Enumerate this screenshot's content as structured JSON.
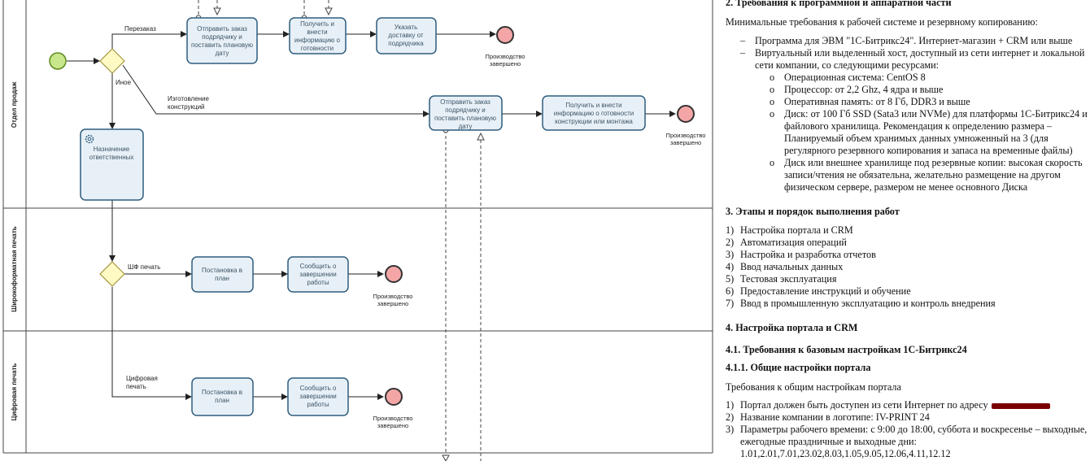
{
  "diagram": {
    "lanes": [
      "Отдел продаж",
      "Широкоформатная печать",
      "Цифровая печать"
    ],
    "flows": {
      "reorder": "Перезаказ",
      "other": "Иное",
      "fabrication": [
        "Изготовление",
        "конструкций"
      ],
      "wf_print": "ШФ печать",
      "digital_print": [
        "Цифровая",
        "печать"
      ]
    },
    "tasks": {
      "send_order_1": [
        "Отправить заказ",
        "подрядчику и",
        "поставить плановую",
        "дату"
      ],
      "get_info_1": [
        "Получить и",
        "внести",
        "информацию о",
        "готовности"
      ],
      "specify_delivery": [
        "Указать",
        "доставку от",
        "подрядчика"
      ],
      "assign": [
        "Назначение",
        "ответственных"
      ],
      "send_order_2": [
        "Отправить заказ",
        "подрядчику и",
        "поставить плановую",
        "дату"
      ],
      "get_info_2": [
        "Получить и внести",
        "информацию о готовности",
        "конструкции или монтажа"
      ],
      "planning_wf": [
        "Постановка в",
        "план"
      ],
      "report_wf": [
        "Сообщить о",
        "завершении",
        "работы"
      ],
      "planning_dg": [
        "Постановка в",
        "план"
      ],
      "report_dg": [
        "Сообщить о",
        "завершении",
        "работы"
      ]
    },
    "end_event": [
      "Производство",
      "завершено"
    ]
  },
  "doc": {
    "h2": "2. Требования к программной и аппаратной части",
    "intro": "Минимальные требования к рабочей системе и резервному копированию:",
    "bullets": [
      "Программа для ЭВМ \"1С-Битрикс24\". Интернет-магазин + CRM или выше",
      "Виртуальный или выделенный хост, доступный из сети интернет и локальной",
      "сети компании, со следующими ресурсами:"
    ],
    "sub": {
      "os": "Операционная система: CentOS 8",
      "cpu": "Процессор: от 2,2 Ghz, 4 ядра и выше",
      "ram": "Оперативная память: от 8 Гб, DDR3 и выше",
      "disk": [
        "Диск: от 100 Гб SSD (Sata3 или NVMe) для платформы 1С-Битрикс24 и",
        "файлового хранилища. Рекомендация к определению размера –",
        "Планируемый объем хранимых данных умноженный на 3 (для",
        "регулярного резервного копирования и запаса на временные файлы)"
      ],
      "backup": [
        "Диск или внешнее хранилище под резервные копии: высокая скорость",
        "записи/чтения не обязательна, желательно размещение на другом",
        "физическом сервере, размером не менее основного Диска"
      ]
    },
    "h3": "3. Этапы и порядок выполнения работ",
    "stages": [
      "Настройка портала и CRM",
      "Автоматизация операций",
      "Настройка и разработка отчетов",
      "Ввод начальных данных",
      "Тестовая эксплуатация",
      "Предоставление инструкций и обучение",
      "Ввод в промышленную эксплуатацию и контроль внедрения"
    ],
    "h4": "4. Настройка портала и CRM",
    "h41": "4.1. Требования к базовым настройкам 1С-Битрикс24",
    "h411": "4.1.1. Общие настройки портала",
    "p411": "Требования к общим настройкам портала",
    "reqs": [
      "Портал должен быть доступен из сети Интернет по адресу",
      "Название компании в логотипе: IV-PRINT 24",
      "Параметры рабочего времени: с 9:00 до 18:00, суббота и воскресенье – выходные,",
      "ежегодные праздничные и выходные дни:",
      "1.01,2.01,7.01,23.02,8.03,1.05,9.05,12.06,4.11,12.12"
    ]
  }
}
